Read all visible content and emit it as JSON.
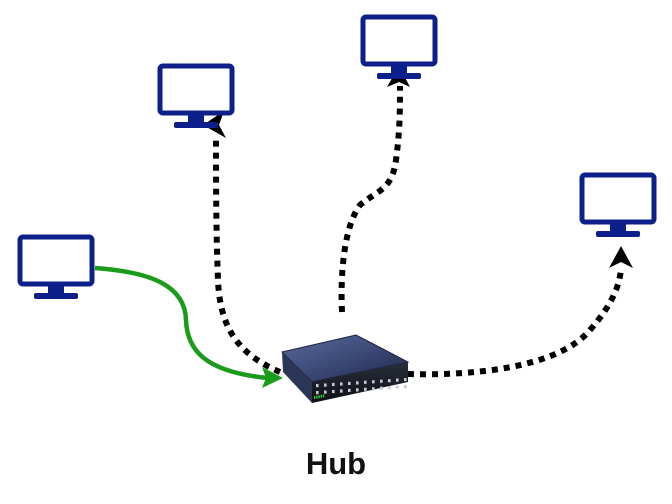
{
  "hub": {
    "label": "Hub",
    "port_count": 24
  },
  "nodes": [
    {
      "id": "computer-left",
      "role": "sender"
    },
    {
      "id": "computer-top-left",
      "role": "receiver"
    },
    {
      "id": "computer-top-center",
      "role": "receiver"
    },
    {
      "id": "computer-right",
      "role": "receiver"
    }
  ],
  "links": [
    {
      "from": "computer-left",
      "to": "hub",
      "style": "solid",
      "color": "#1a9c1a"
    },
    {
      "from": "hub",
      "to": "computer-top-left",
      "style": "dotted",
      "color": "#000000"
    },
    {
      "from": "hub",
      "to": "computer-top-center",
      "style": "dotted",
      "color": "#000000"
    },
    {
      "from": "hub",
      "to": "computer-right",
      "style": "dotted",
      "color": "#000000"
    }
  ],
  "colors": {
    "monitor": "#0d1f8a",
    "monitor_screen": "#ffffff",
    "hub_body": "#3a4a7a",
    "hub_ports_led": "#36c23a"
  },
  "icons": [
    "monitor-icon",
    "network-hub-icon"
  ]
}
